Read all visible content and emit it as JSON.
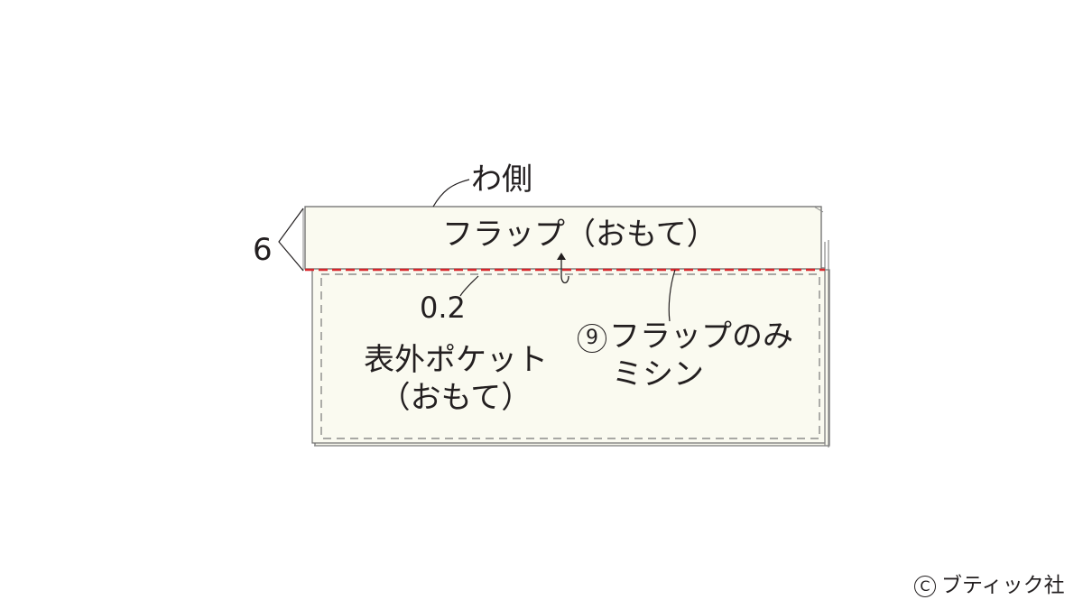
{
  "diagram": {
    "fold_side_label": "わ側",
    "flap_label": "フラップ（おもて）",
    "flap_height_label": "6",
    "stitch_offset_label": "0.2",
    "pocket_label_line1": "表外ポケット",
    "pocket_label_line2": "（おもて）",
    "step_number": "9",
    "step_text_line1": "フラップのみ",
    "step_text_line2": "ミシン"
  },
  "credit": {
    "symbol": "C",
    "text": "ブティック社"
  },
  "colors": {
    "fabric_fill": "#fafaf0",
    "outline": "#6d6d6d",
    "stitch_red": "#d8262b",
    "dashed_gray": "#777777"
  }
}
